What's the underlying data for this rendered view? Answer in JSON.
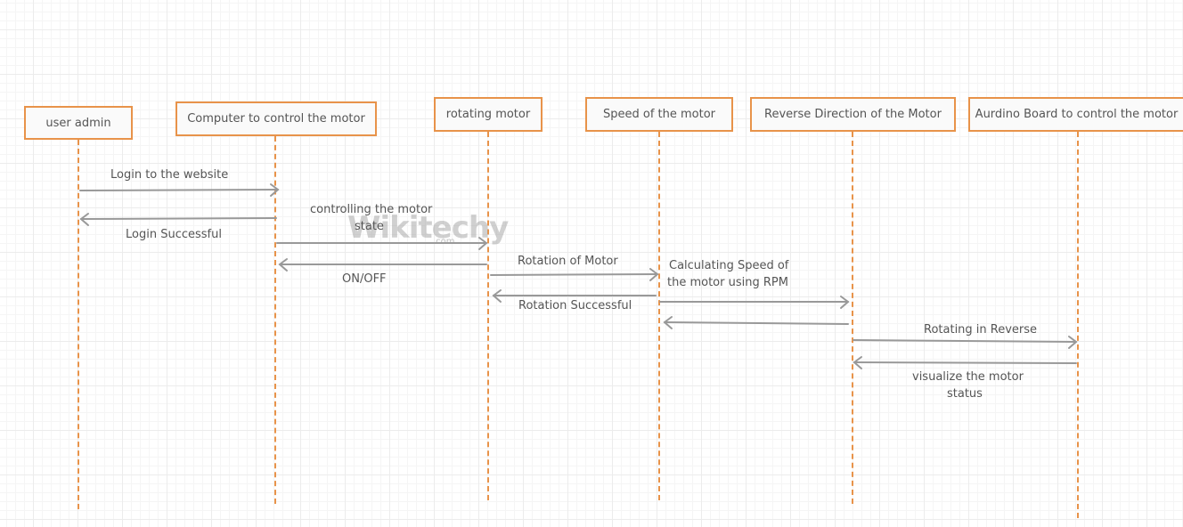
{
  "diagram": {
    "type": "sequence",
    "actors": [
      {
        "id": "user",
        "label": "user admin"
      },
      {
        "id": "computer",
        "label": "Computer to control the motor"
      },
      {
        "id": "rotating",
        "label": "rotating motor"
      },
      {
        "id": "speed",
        "label": "Speed of the motor"
      },
      {
        "id": "reverse",
        "label": "Reverse Direction of the Motor"
      },
      {
        "id": "arduino",
        "label": "Aurdino Board to control the motor"
      }
    ],
    "messages": [
      {
        "from": "user",
        "to": "computer",
        "label": "Login to the website"
      },
      {
        "from": "computer",
        "to": "user",
        "label": "Login Successful"
      },
      {
        "from": "computer",
        "to": "rotating",
        "label_line1": "controlling the motor",
        "label_line2": "state"
      },
      {
        "from": "rotating",
        "to": "computer",
        "label": "ON/OFF"
      },
      {
        "from": "rotating",
        "to": "speed",
        "label": "Rotation of Motor"
      },
      {
        "from": "speed",
        "to": "rotating",
        "label": "Rotation Successful"
      },
      {
        "from": "speed",
        "to": "reverse",
        "label_line1": "Calculating Speed of",
        "label_line2": "the motor using RPM"
      },
      {
        "from": "reverse",
        "to": "speed",
        "label": ""
      },
      {
        "from": "reverse",
        "to": "arduino",
        "label": "Rotating in Reverse"
      },
      {
        "from": "arduino",
        "to": "reverse",
        "label_line1": "visualize the motor",
        "label_line2": "status"
      }
    ],
    "colors": {
      "actor_border": "#e8934a",
      "arrow": "#999999",
      "text": "#555555"
    }
  },
  "watermark": {
    "text": "Wikitechy",
    "sub": ".com"
  }
}
